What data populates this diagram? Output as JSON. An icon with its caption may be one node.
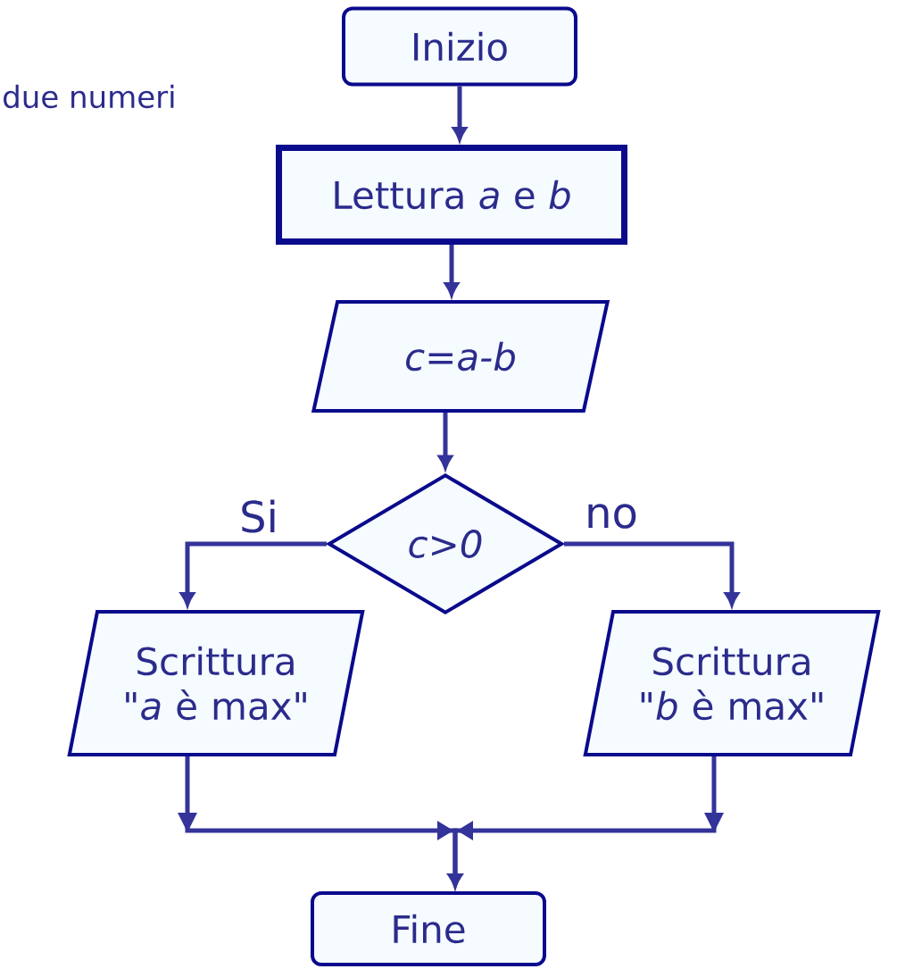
{
  "diagram": {
    "nodes": [
      {
        "text": [
          "Inizio"
        ]
      },
      {
        "text": [
          "Lettura *a* e *b*"
        ]
      },
      {
        "text": [
          "c=a-b"
        ]
      },
      {
        "text": [
          "c>0"
        ]
      },
      {
        "text": [
          "Scrittura \"*a* è max\""
        ]
      },
      {
        "text": [
          "Scrittura \"*b* è max\""
        ]
      },
      {
        "text": [
          "Fine"
        ]
      }
    ],
    "edges": [
      {
        "from": 0,
        "to": 1,
        "arrow": "to"
      },
      {
        "from": 1,
        "to": 2,
        "arrow": "to"
      },
      {
        "from": 2,
        "to": 3,
        "arrow": "to"
      },
      {
        "from": 3,
        "to": 4,
        "arrow": "to",
        "label": "Si"
      },
      {
        "from": 3,
        "to": 5,
        "arrow": "to",
        "label": "no"
      },
      {
        "from": 4,
        "to": 6,
        "arrow": "to"
      },
      {
        "from": 5,
        "to": 6,
        "arrow": "to"
      }
    ],
    "labels": [
      "due numeri"
    ]
  }
}
